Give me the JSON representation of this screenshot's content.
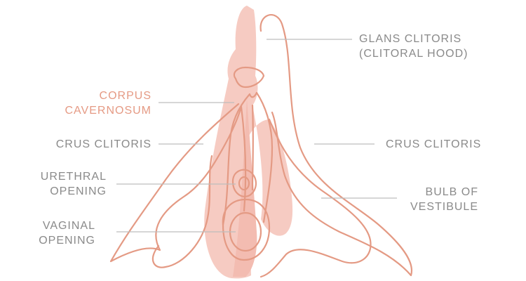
{
  "colors": {
    "outline": "#e49a84",
    "fill": "#f6cbc2",
    "leader": "#bdbdbd",
    "label": "#8a8a8a",
    "label_accent": "#e59a84"
  },
  "labels": {
    "glans": [
      "GLANS CLITORIS",
      "(CLITORAL HOOD)"
    ],
    "corpus": [
      "CORPUS",
      "CAVERNOSUM"
    ],
    "crus_left": [
      "CRUS CLITORIS"
    ],
    "crus_right": [
      "CRUS CLITORIS"
    ],
    "urethral": [
      "URETHRAL",
      "OPENING"
    ],
    "bulb": [
      "BULB OF",
      "VESTIBULE"
    ],
    "vaginal": [
      "VAGINAL",
      "OPENING"
    ]
  }
}
